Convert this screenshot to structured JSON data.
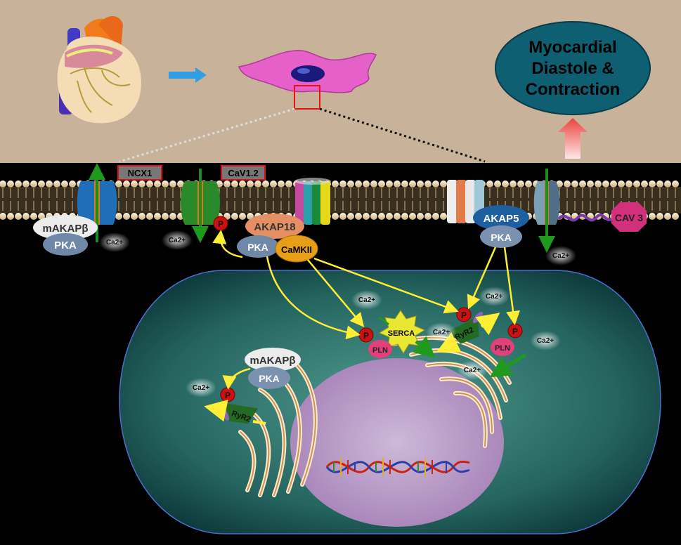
{
  "outcome": {
    "line1": "Myocardial",
    "line2": "Diastole &",
    "line3": "Contraction"
  },
  "membrane_labels": {
    "ncx1": "NCX1",
    "cav12": "CaV1.2"
  },
  "proteins": {
    "makap_top": "mAKAPβ",
    "pka_top_left": "PKA",
    "akap18": "AKAP18",
    "pka_akap18": "PKA",
    "camkii": "CaMKII",
    "akap5": "AKAP5",
    "pka_akap5": "PKA",
    "cav3": "CAV 3",
    "makap_inner": "mAKAPβ",
    "pka_inner": "PKA",
    "serca": "SERCA",
    "pln_left": "PLN",
    "pln_right": "PLN",
    "ryr2_right": "RyR2",
    "ryr2_left": "RyR2"
  },
  "phospho": "P",
  "ions": {
    "ca_1": "Ca2+",
    "ca_2": "Ca2+",
    "ca_3": "Ca2+",
    "ca_4": "Ca2+",
    "ca_5": "Ca2+",
    "ca_6": "Ca2+",
    "ca_7": "Ca2+",
    "ca_8": "Ca2+",
    "ca_9": "Ca2+"
  },
  "colors": {
    "background_top": "#c9b29a",
    "outcome_ellipse": "#0f5f72",
    "cell_body": "#2a6d6a",
    "nucleus": "#b89bc4",
    "membrane_lipid": "#e8d6b0",
    "arrow_yellow": "#ffee33",
    "arrow_green": "#1f8a1f",
    "phospho_red": "#cc1111"
  }
}
